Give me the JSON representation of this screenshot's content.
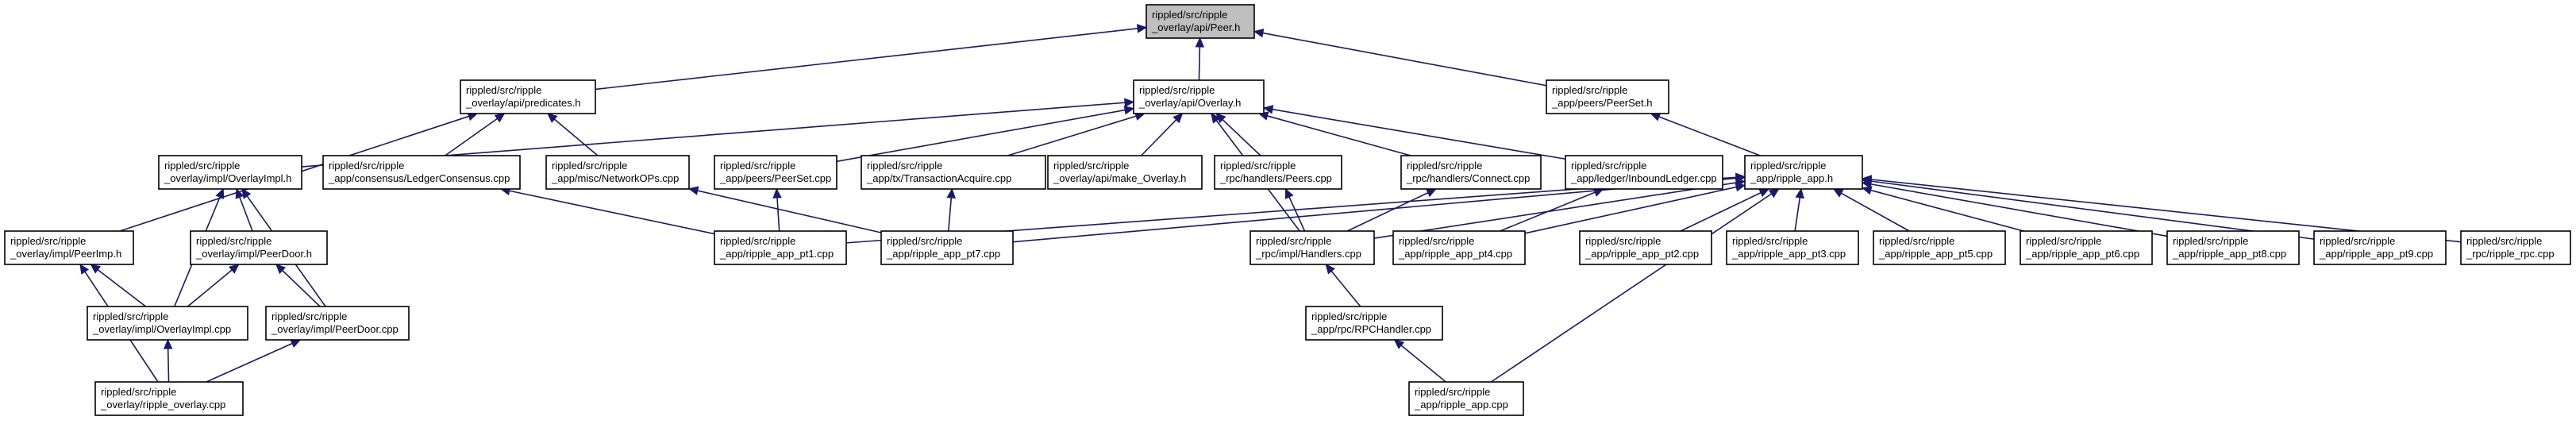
{
  "graph": {
    "nodes": [
      {
        "id": "peer_h",
        "lines": [
          "rippled/src/ripple",
          "_overlay/api/Peer.h"
        ],
        "root": true
      },
      {
        "id": "predicates_h",
        "lines": [
          "rippled/src/ripple",
          "_overlay/api/predicates.h"
        ]
      },
      {
        "id": "overlay_h",
        "lines": [
          "rippled/src/ripple",
          "_overlay/api/Overlay.h"
        ]
      },
      {
        "id": "peerset_h",
        "lines": [
          "rippled/src/ripple",
          "_app/peers/PeerSet.h"
        ]
      },
      {
        "id": "overlayimpl_h",
        "lines": [
          "rippled/src/ripple",
          "_overlay/impl/OverlayImpl.h"
        ]
      },
      {
        "id": "ledgerconsensus_cpp",
        "lines": [
          "rippled/src/ripple",
          "_app/consensus/LedgerConsensus.cpp"
        ]
      },
      {
        "id": "networkops_cpp",
        "lines": [
          "rippled/src/ripple",
          "_app/misc/NetworkOPs.cpp"
        ]
      },
      {
        "id": "peerset_cpp",
        "lines": [
          "rippled/src/ripple",
          "_app/peers/PeerSet.cpp"
        ]
      },
      {
        "id": "transactionacquire_cpp",
        "lines": [
          "rippled/src/ripple",
          "_app/tx/TransactionAcquire.cpp"
        ]
      },
      {
        "id": "make_overlay_h",
        "lines": [
          "rippled/src/ripple",
          "_overlay/api/make_Overlay.h"
        ]
      },
      {
        "id": "handlers_peers_cpp",
        "lines": [
          "rippled/src/ripple",
          "_rpc/handlers/Peers.cpp"
        ]
      },
      {
        "id": "handlers_connect_cpp",
        "lines": [
          "rippled/src/ripple",
          "_rpc/handlers/Connect.cpp"
        ]
      },
      {
        "id": "inboundledger_cpp",
        "lines": [
          "rippled/src/ripple",
          "_app/ledger/InboundLedger.cpp"
        ]
      },
      {
        "id": "ripple_app_h",
        "lines": [
          "rippled/src/ripple",
          "_app/ripple_app.h"
        ]
      },
      {
        "id": "peerimp_h",
        "lines": [
          "rippled/src/ripple",
          "_overlay/impl/PeerImp.h"
        ]
      },
      {
        "id": "peerdoor_h",
        "lines": [
          "rippled/src/ripple",
          "_overlay/impl/PeerDoor.h"
        ]
      },
      {
        "id": "ripple_app_pt1_cpp",
        "lines": [
          "rippled/src/ripple",
          "_app/ripple_app_pt1.cpp"
        ]
      },
      {
        "id": "ripple_app_pt7_cpp",
        "lines": [
          "rippled/src/ripple",
          "_app/ripple_app_pt7.cpp"
        ]
      },
      {
        "id": "rpc_impl_handlers_cpp",
        "lines": [
          "rippled/src/ripple",
          "_rpc/impl/Handlers.cpp"
        ]
      },
      {
        "id": "ripple_app_pt4_cpp",
        "lines": [
          "rippled/src/ripple",
          "_app/ripple_app_pt4.cpp"
        ]
      },
      {
        "id": "ripple_app_pt2_cpp",
        "lines": [
          "rippled/src/ripple",
          "_app/ripple_app_pt2.cpp"
        ]
      },
      {
        "id": "ripple_app_pt3_cpp",
        "lines": [
          "rippled/src/ripple",
          "_app/ripple_app_pt3.cpp"
        ]
      },
      {
        "id": "ripple_app_pt5_cpp",
        "lines": [
          "rippled/src/ripple",
          "_app/ripple_app_pt5.cpp"
        ]
      },
      {
        "id": "ripple_app_pt6_cpp",
        "lines": [
          "rippled/src/ripple",
          "_app/ripple_app_pt6.cpp"
        ]
      },
      {
        "id": "ripple_app_pt8_cpp",
        "lines": [
          "rippled/src/ripple",
          "_app/ripple_app_pt8.cpp"
        ]
      },
      {
        "id": "ripple_app_pt9_cpp",
        "lines": [
          "rippled/src/ripple",
          "_app/ripple_app_pt9.cpp"
        ]
      },
      {
        "id": "ripple_rpc_cpp",
        "lines": [
          "rippled/src/ripple",
          "_rpc/ripple_rpc.cpp"
        ]
      },
      {
        "id": "overlayimpl_cpp",
        "lines": [
          "rippled/src/ripple",
          "_overlay/impl/OverlayImpl.cpp"
        ]
      },
      {
        "id": "peerdoor_cpp",
        "lines": [
          "rippled/src/ripple",
          "_overlay/impl/PeerDoor.cpp"
        ]
      },
      {
        "id": "rpchandler_cpp",
        "lines": [
          "rippled/src/ripple",
          "_app/rpc/RPCHandler.cpp"
        ]
      },
      {
        "id": "ripple_overlay_cpp",
        "lines": [
          "rippled/src/ripple",
          "_overlay/ripple_overlay.cpp"
        ]
      },
      {
        "id": "ripple_app_cpp",
        "lines": [
          "rippled/src/ripple",
          "_app/ripple_app.cpp"
        ]
      }
    ],
    "edges": [
      {
        "from": "predicates_h",
        "to": "peer_h"
      },
      {
        "from": "overlay_h",
        "to": "peer_h"
      },
      {
        "from": "peerset_h",
        "to": "peer_h"
      },
      {
        "from": "peerimp_h",
        "to": "predicates_h"
      },
      {
        "from": "ledgerconsensus_cpp",
        "to": "predicates_h"
      },
      {
        "from": "networkops_cpp",
        "to": "predicates_h"
      },
      {
        "from": "overlayimpl_h",
        "to": "overlay_h"
      },
      {
        "from": "peerset_cpp",
        "to": "overlay_h"
      },
      {
        "from": "transactionacquire_cpp",
        "to": "overlay_h"
      },
      {
        "from": "make_overlay_h",
        "to": "overlay_h"
      },
      {
        "from": "handlers_peers_cpp",
        "to": "overlay_h"
      },
      {
        "from": "rpc_impl_handlers_cpp",
        "to": "overlay_h"
      },
      {
        "from": "handlers_connect_cpp",
        "to": "overlay_h"
      },
      {
        "from": "inboundledger_cpp",
        "to": "overlay_h"
      },
      {
        "from": "ripple_app_h",
        "to": "peerset_h"
      },
      {
        "from": "ripple_app_pt1_cpp",
        "to": "ripple_app_h"
      },
      {
        "from": "ripple_app_pt7_cpp",
        "to": "ripple_app_h"
      },
      {
        "from": "rpc_impl_handlers_cpp",
        "to": "ripple_app_h"
      },
      {
        "from": "ripple_app_pt4_cpp",
        "to": "ripple_app_h"
      },
      {
        "from": "ripple_app_pt2_cpp",
        "to": "ripple_app_h"
      },
      {
        "from": "ripple_app_pt3_cpp",
        "to": "ripple_app_h"
      },
      {
        "from": "ripple_app_pt5_cpp",
        "to": "ripple_app_h"
      },
      {
        "from": "ripple_app_pt6_cpp",
        "to": "ripple_app_h"
      },
      {
        "from": "ripple_app_pt8_cpp",
        "to": "ripple_app_h"
      },
      {
        "from": "ripple_app_pt9_cpp",
        "to": "ripple_app_h"
      },
      {
        "from": "ripple_rpc_cpp",
        "to": "ripple_app_h"
      },
      {
        "from": "ripple_app_cpp",
        "to": "ripple_app_h"
      },
      {
        "from": "peerdoor_h",
        "to": "overlayimpl_h"
      },
      {
        "from": "overlayimpl_cpp",
        "to": "overlayimpl_h"
      },
      {
        "from": "peerdoor_cpp",
        "to": "overlayimpl_h"
      },
      {
        "from": "ripple_app_pt1_cpp",
        "to": "ledgerconsensus_cpp"
      },
      {
        "from": "ripple_app_pt7_cpp",
        "to": "networkops_cpp"
      },
      {
        "from": "ripple_app_pt1_cpp",
        "to": "peerset_cpp"
      },
      {
        "from": "ripple_app_pt7_cpp",
        "to": "transactionacquire_cpp"
      },
      {
        "from": "rpc_impl_handlers_cpp",
        "to": "handlers_peers_cpp"
      },
      {
        "from": "rpc_impl_handlers_cpp",
        "to": "handlers_connect_cpp"
      },
      {
        "from": "ripple_app_pt4_cpp",
        "to": "inboundledger_cpp"
      },
      {
        "from": "overlayimpl_cpp",
        "to": "peerimp_h"
      },
      {
        "from": "ripple_overlay_cpp",
        "to": "peerimp_h"
      },
      {
        "from": "overlayimpl_cpp",
        "to": "peerdoor_h"
      },
      {
        "from": "peerdoor_cpp",
        "to": "peerdoor_h"
      },
      {
        "from": "ripple_overlay_cpp",
        "to": "overlayimpl_cpp"
      },
      {
        "from": "ripple_overlay_cpp",
        "to": "peerdoor_cpp"
      },
      {
        "from": "rpchandler_cpp",
        "to": "rpc_impl_handlers_cpp"
      },
      {
        "from": "ripple_app_cpp",
        "to": "rpchandler_cpp"
      }
    ]
  },
  "colors": {
    "edge": "#191970",
    "node_border": "#000000",
    "node_fill": "#ffffff",
    "root_fill": "#bfbfbf",
    "text": "#000000"
  }
}
